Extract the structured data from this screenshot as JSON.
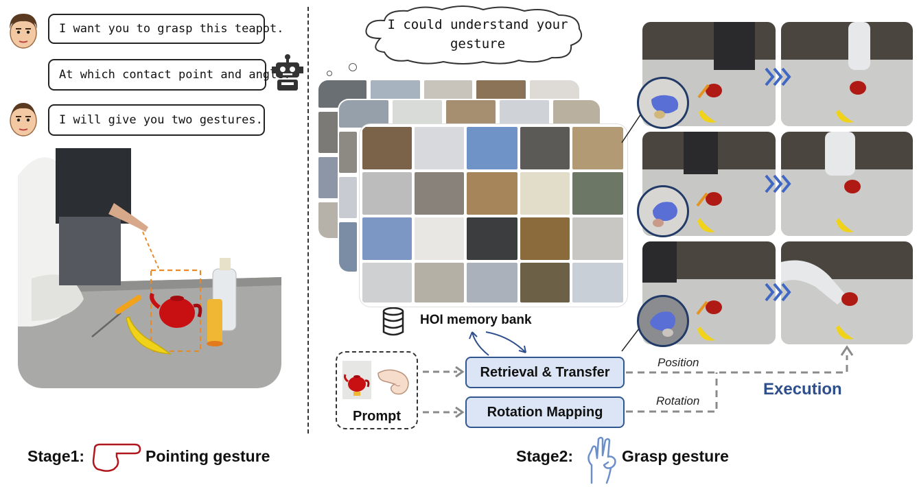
{
  "dialogue": {
    "line1": "I want you to grasp this teapot.",
    "line2": "At which contact point and angle?",
    "line3": "I will give you two gestures."
  },
  "thought": {
    "text": "I could understand your gesture"
  },
  "memory_bank": {
    "label": "HOI memory bank"
  },
  "pipeline": {
    "retrieval": "Retrieval & Transfer",
    "rotation": "Rotation Mapping",
    "prompt": "Prompt",
    "position_label": "Position",
    "rotation_label": "Rotation",
    "execution": "Execution"
  },
  "stages": {
    "stage1_prefix": "Stage1:",
    "stage1_name": "Pointing gesture",
    "stage2_prefix": "Stage2:",
    "stage2_name": "Grasp gesture"
  },
  "colors": {
    "box_fill": "#dbe5f6",
    "box_border": "#30568f",
    "execution_text": "#2e4f8c",
    "dash_orange": "#e8892b",
    "dashed_arrow": "#8a8a8a",
    "chevron_blue": "#3f67c4"
  }
}
